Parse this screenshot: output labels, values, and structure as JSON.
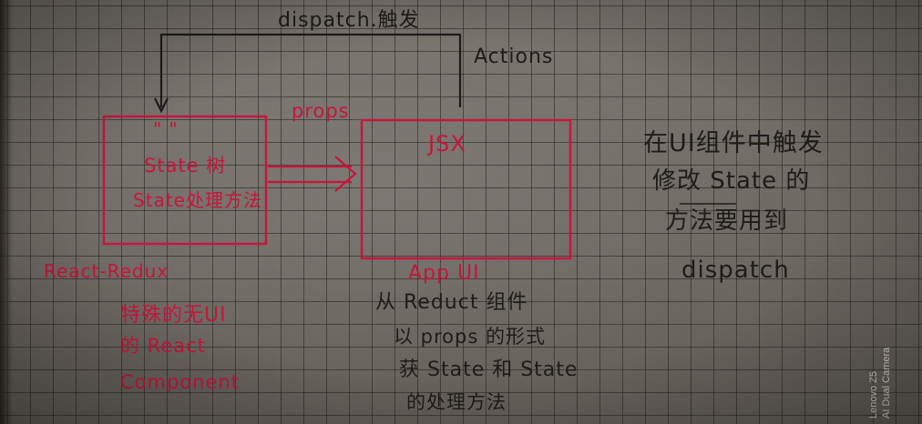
{
  "top_arrow_label": "dispatch.触发",
  "actions_label": "Actions",
  "props_label": "props",
  "quote_marks": "\"  \"",
  "left_box": {
    "line1": "State 树",
    "line2": "State处理方法"
  },
  "right_box": {
    "title": "JSX"
  },
  "left_caption": [
    "React-Redux",
    "特殊的无UI",
    "的 React",
    "Component"
  ],
  "app_ui_label": "App UI",
  "right_caption": [
    "从 Reduct 组件",
    "以 props 的形式",
    "获 State 和 State",
    "的处理方法"
  ],
  "side_note": [
    "在UI组件中触发",
    "修改 State 的",
    "方法要用到",
    "dispatch"
  ],
  "watermark": {
    "line1": "Lenovo Z5",
    "line2": "AI Dual Camera"
  },
  "colors": {
    "red_ink": "#c8153a",
    "black_ink": "#1e1c1b",
    "paper": "#74706a"
  }
}
